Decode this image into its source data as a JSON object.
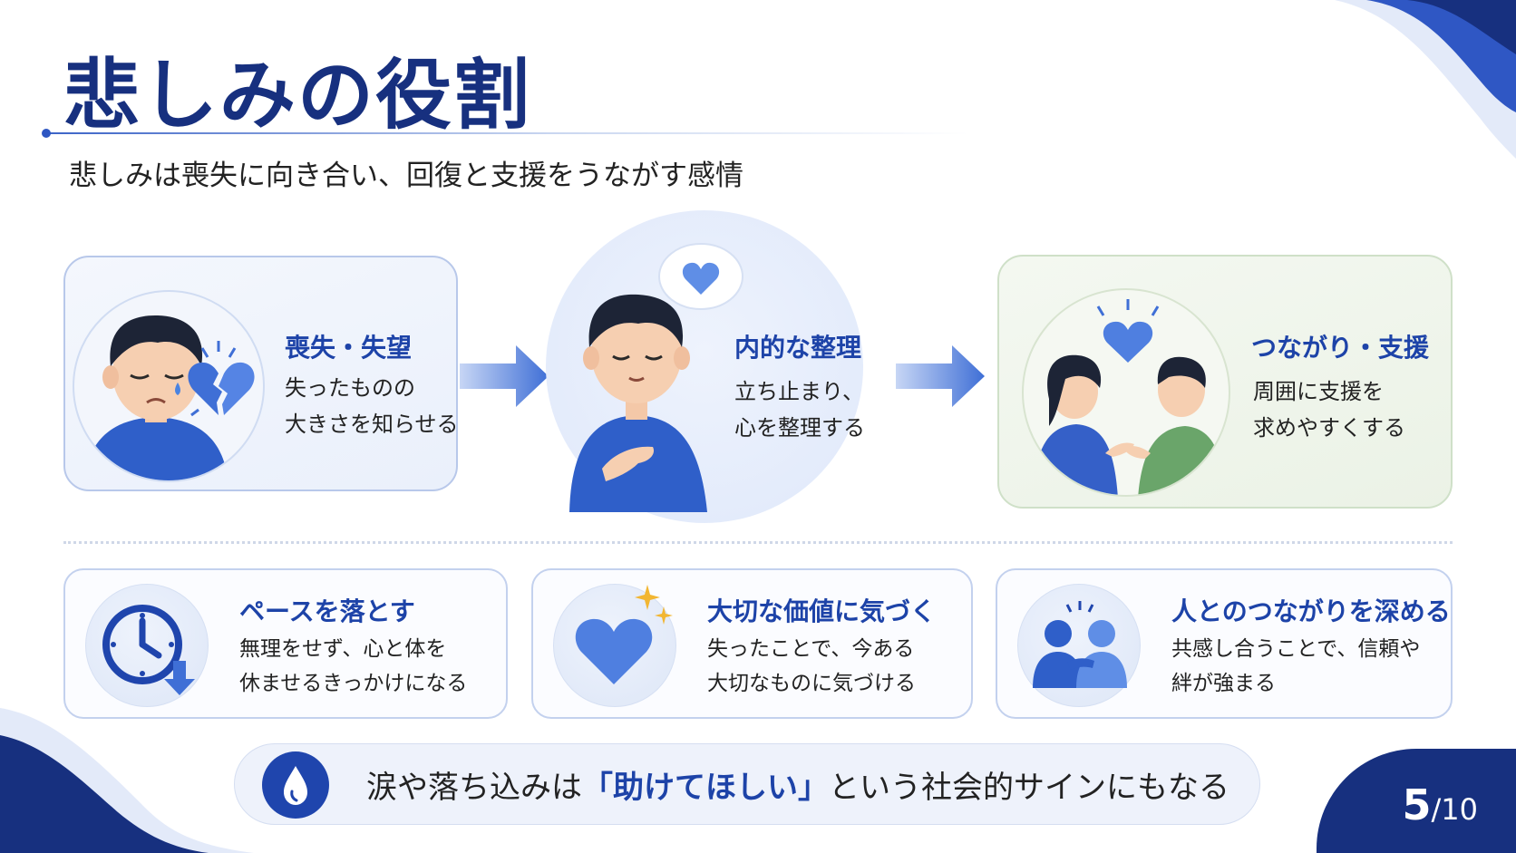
{
  "slide": {
    "title": "悲しみの役割",
    "subtitle": "悲しみは喪失に向き合い、回復と支援をうながす感情"
  },
  "steps": [
    {
      "title": "喪失・失望",
      "desc": "失ったものの\n大きさを知らせる"
    },
    {
      "title": "内的な整理",
      "desc": "立ち止まり、\n心を整理する"
    },
    {
      "title": "つながり・支援",
      "desc": "周囲に支援を\n求めやすくする"
    }
  ],
  "benefits": [
    {
      "title": "ペースを落とす",
      "desc": "無理をせず、心と体を\n休ませるきっかけになる"
    },
    {
      "title": "大切な価値に気づく",
      "desc": "失ったことで、今ある\n大切なものに気づける"
    },
    {
      "title": "人とのつながりを深める",
      "desc": "共感し合うことで、信頼や\n絆が強まる"
    }
  ],
  "banner": {
    "before": "涙や落ち込みは",
    "highlight": "「助けてほしい」",
    "after": "という社会的サインにもなる"
  },
  "pagination": {
    "current": "5",
    "total": "/10"
  },
  "colors": {
    "primary": "#17307f",
    "accent": "#1d43a8",
    "icon_blue": "#3f6fd6",
    "green": "#6aa56a"
  },
  "icons": [
    "sad-person-icon",
    "broken-heart-icon",
    "tear-icon",
    "thinking-person-icon",
    "heart-thought-icon",
    "two-people-icon",
    "clock-down-icon",
    "heart-sparkle-icon",
    "people-support-icon",
    "water-drop-icon"
  ]
}
